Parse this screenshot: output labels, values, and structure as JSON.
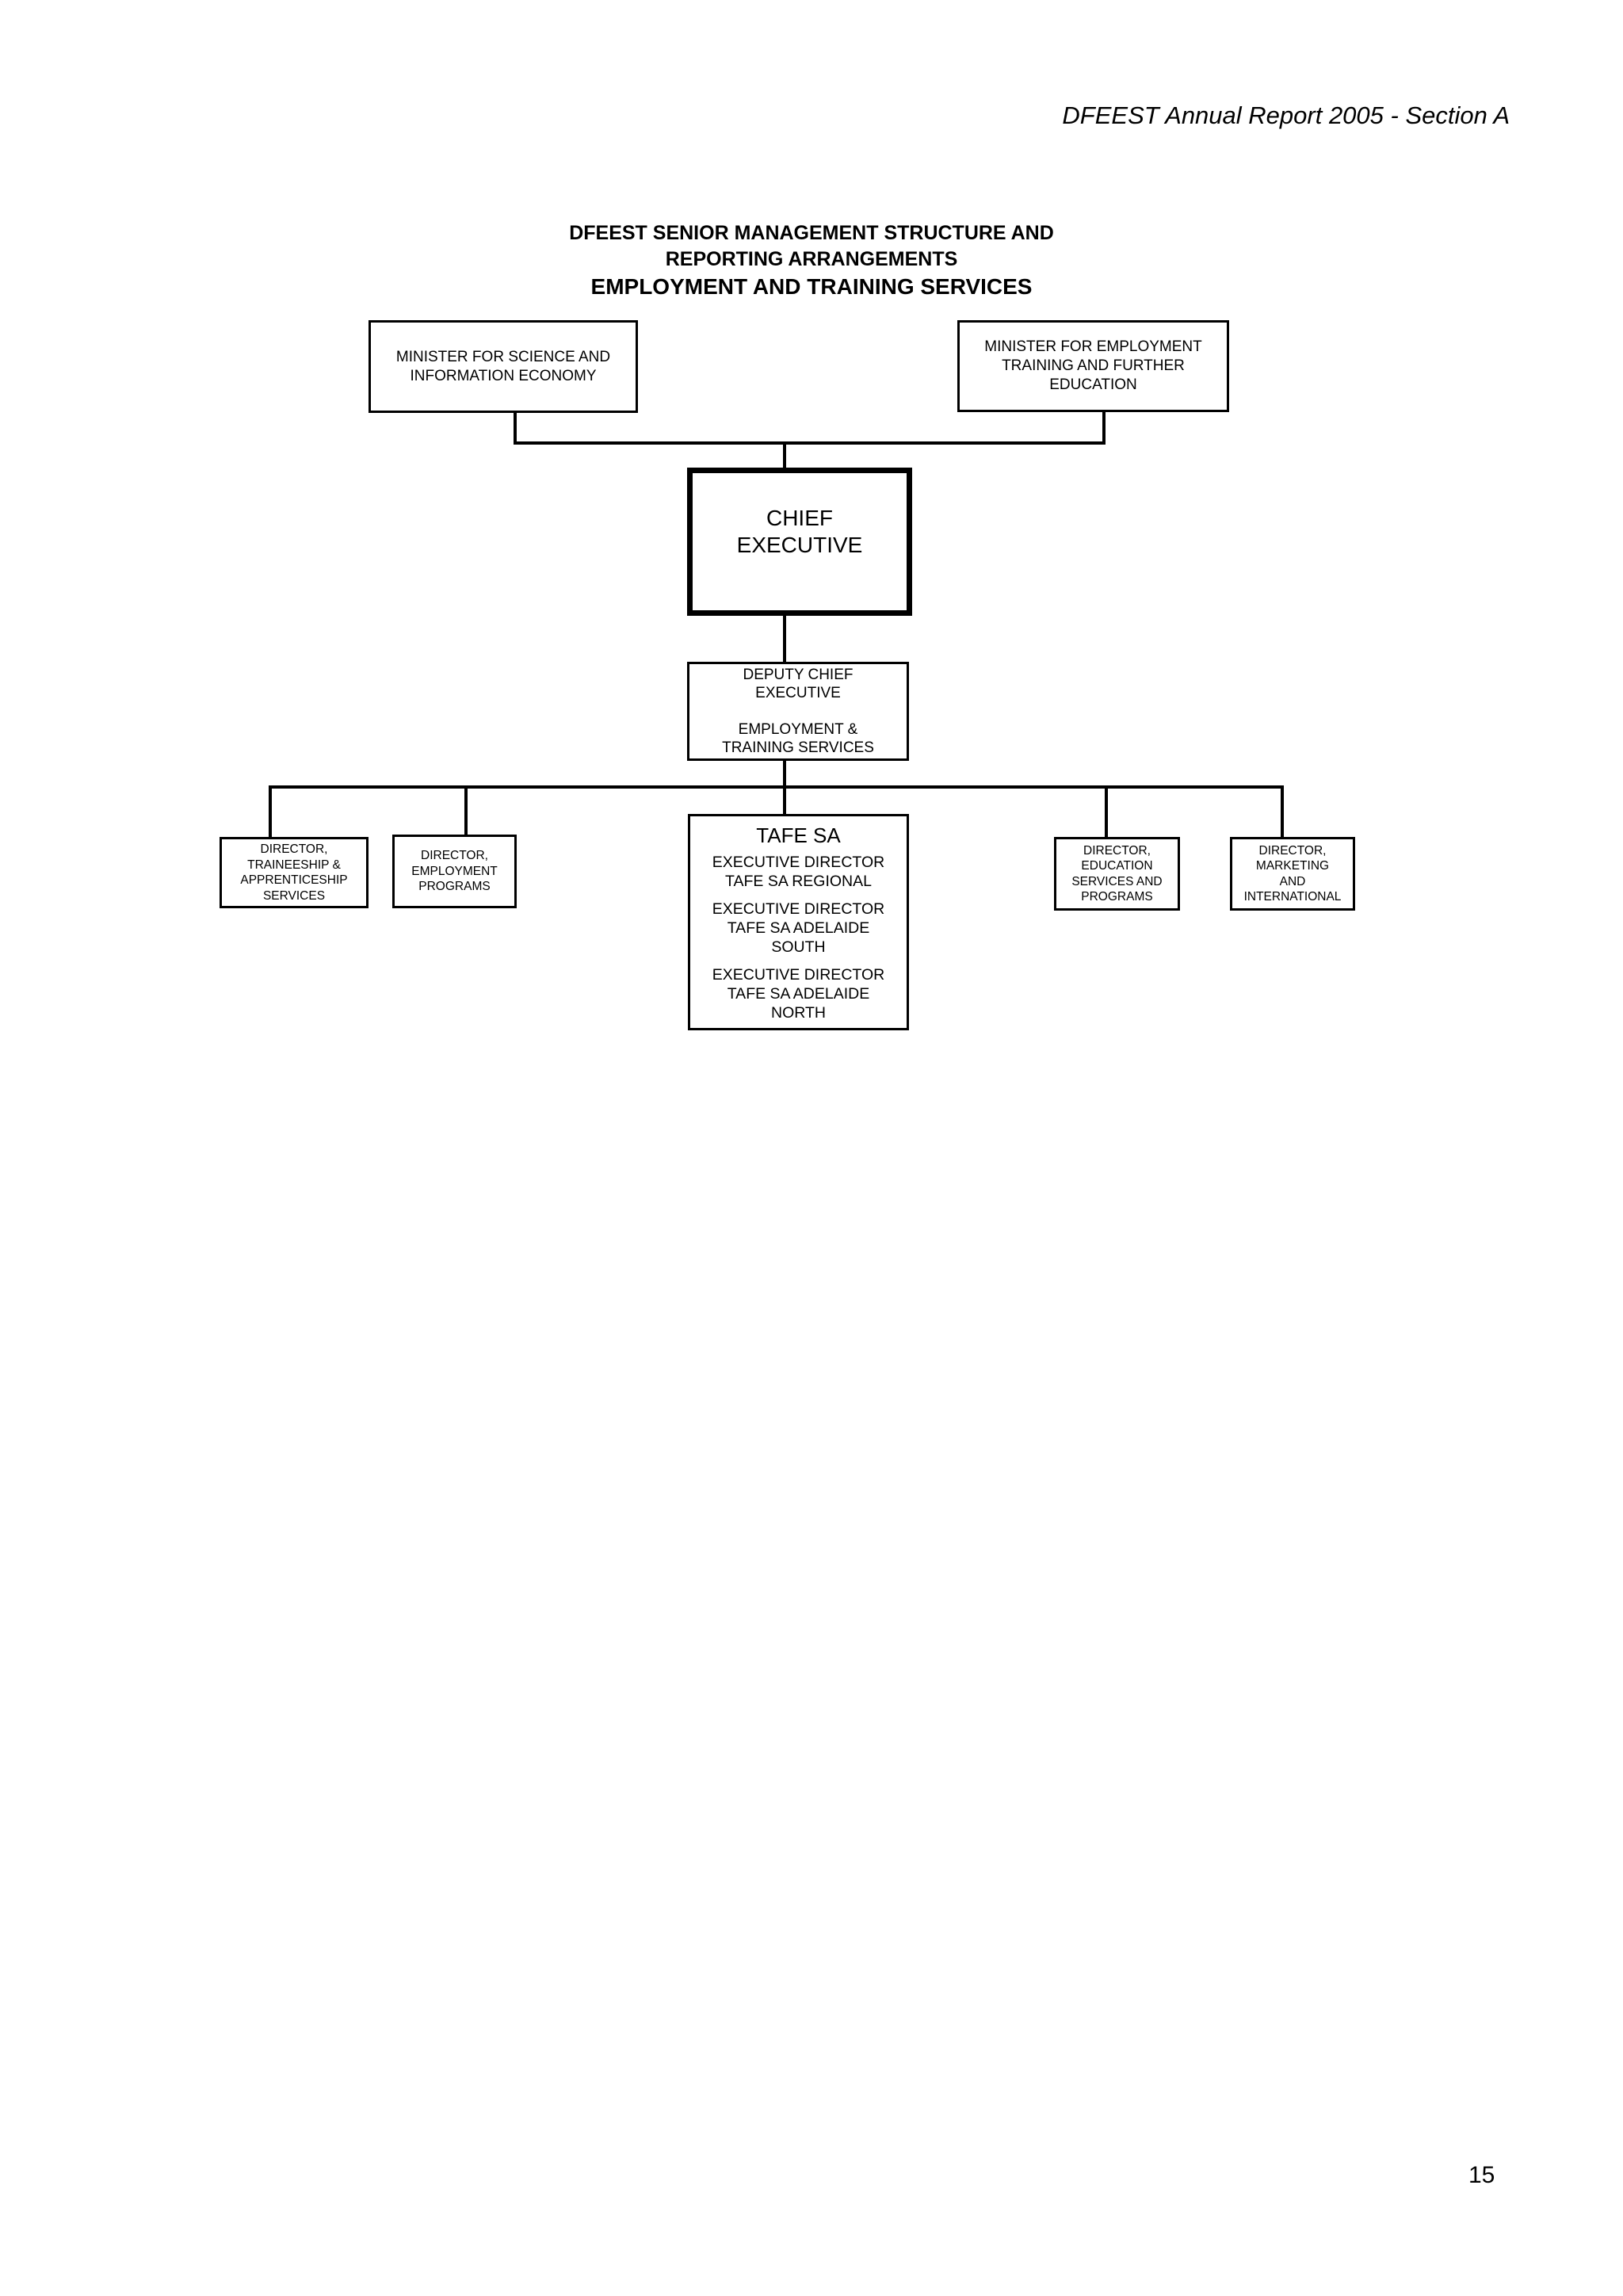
{
  "page": {
    "header": "DFEEST Annual Report 2005 - Section A",
    "page_number": "15"
  },
  "title": {
    "line1": "DFEEST SENIOR MANAGEMENT STRUCTURE AND",
    "line2": "REPORTING ARRANGEMENTS",
    "line3": "EMPLOYMENT AND TRAINING SERVICES"
  },
  "org_chart": {
    "minister_science": "MINISTER FOR SCIENCE AND\nINFORMATION ECONOMY",
    "minister_employment": "MINISTER FOR EMPLOYMENT\nTRAINING AND FURTHER\nEDUCATION",
    "chief_executive": "CHIEF\nEXECUTIVE",
    "deputy_chief_executive": "DEPUTY CHIEF\nEXECUTIVE\n\nEMPLOYMENT &\nTRAINING SERVICES",
    "tafe_sa": {
      "heading": "TAFE SA",
      "item1": "EXECUTIVE DIRECTOR\nTAFE SA REGIONAL",
      "item2": "EXECUTIVE DIRECTOR\nTAFE SA ADELAIDE\nSOUTH",
      "item3": "EXECUTIVE DIRECTOR\nTAFE SA ADELAIDE\nNORTH"
    },
    "director_traineeship": "DIRECTOR,\nTRAINEESHIP &\nAPPRENTICESHIP\nSERVICES",
    "director_employment": "DIRECTOR,\nEMPLOYMENT\nPROGRAMS",
    "director_education": "DIRECTOR,\nEDUCATION\nSERVICES AND\nPROGRAMS",
    "director_marketing": "DIRECTOR,\nMARKETING\nAND\nINTERNATIONAL"
  },
  "colors": {
    "text": "#000000",
    "line": "#000000",
    "background": "#ffffff"
  }
}
